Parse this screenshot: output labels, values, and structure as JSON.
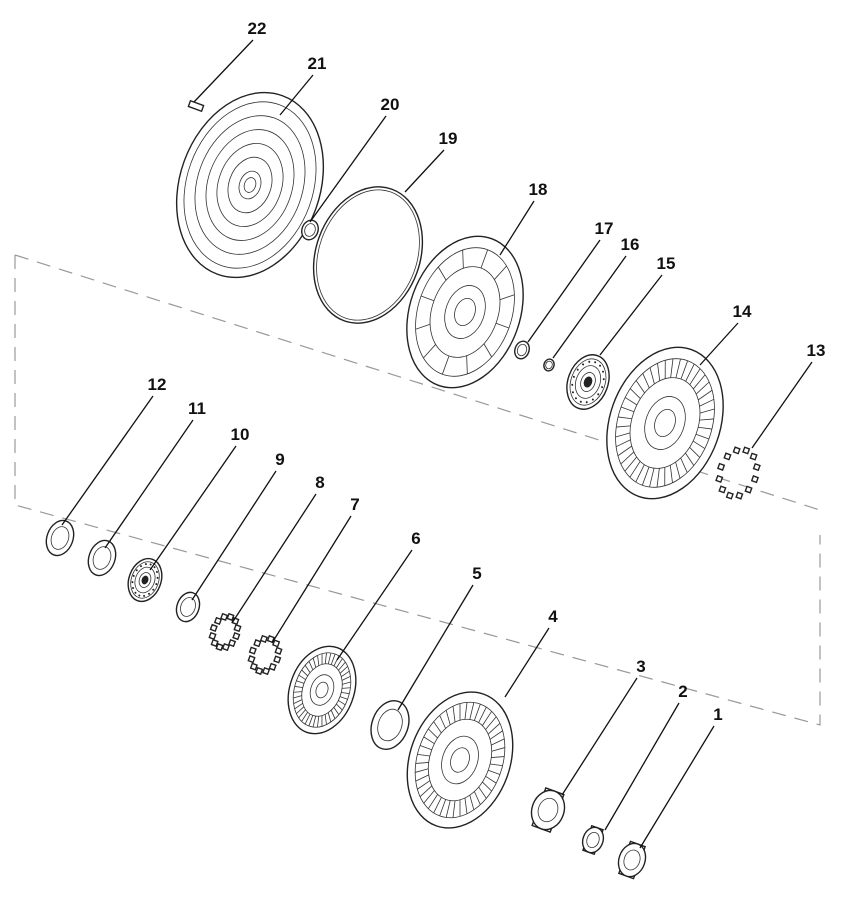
{
  "diagram": {
    "type": "exploded-parts-view",
    "callouts": [
      "1",
      "2",
      "3",
      "4",
      "5",
      "6",
      "7",
      "8",
      "9",
      "10",
      "11",
      "12",
      "13",
      "14",
      "15",
      "16",
      "17",
      "18",
      "19",
      "20",
      "21",
      "22"
    ]
  }
}
